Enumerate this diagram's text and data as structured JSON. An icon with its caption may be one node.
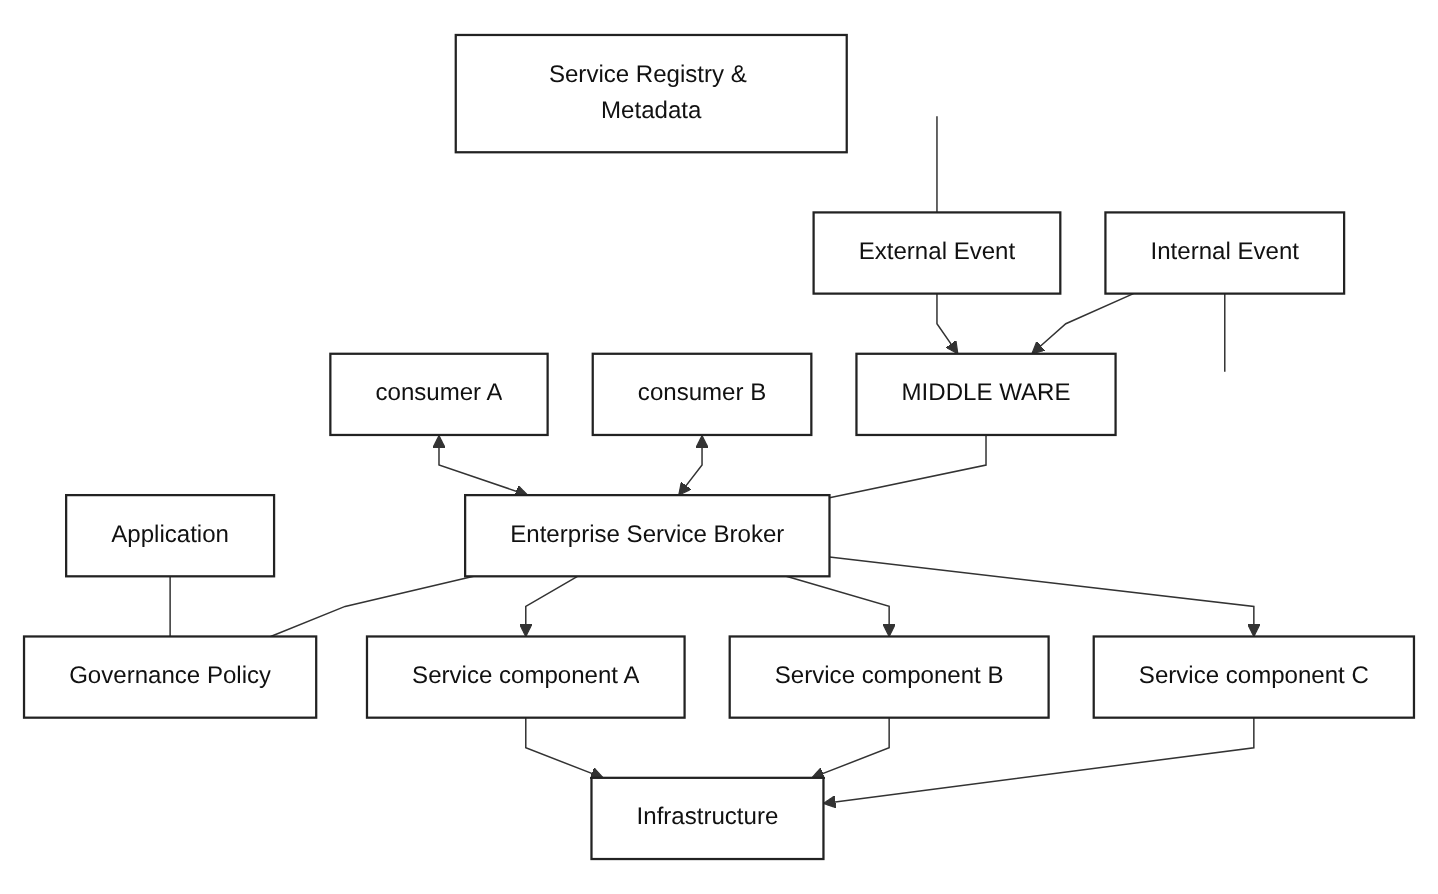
{
  "diagram": {
    "nodes": [
      {
        "text": [
          "consumer A"
        ]
      },
      {
        "text": [
          "consumer B"
        ]
      },
      {
        "text": [
          "Application"
        ]
      },
      {
        "text": [
          "External Event"
        ]
      },
      {
        "text": [
          "MIDDLE WARE"
        ]
      },
      {
        "text": [
          "Enterprise Service Broker"
        ]
      },
      {
        "text": [
          "Governance Policy"
        ]
      },
      {
        "text": [
          "Service Registry & Metadata"
        ]
      },
      {
        "text": [
          "Internal Event"
        ]
      },
      {
        "text": [
          "Service component A"
        ]
      },
      {
        "text": [
          "Service component B"
        ]
      },
      {
        "text": [
          "Service component C"
        ]
      },
      {
        "text": [
          "Infrastructure"
        ]
      }
    ],
    "edges": [
      {
        "from": null,
        "to": 3,
        "arrow": "none"
      },
      {
        "from": 3,
        "to": 4,
        "arrow": "to"
      },
      {
        "from": 8,
        "to": 4,
        "arrow": "to"
      },
      {
        "from": 8,
        "to": null,
        "arrow": "none"
      },
      {
        "from": 4,
        "to": 5,
        "arrow": "none"
      },
      {
        "from": 0,
        "to": 5,
        "arrow": "both"
      },
      {
        "from": 1,
        "to": 5,
        "arrow": "both"
      },
      {
        "from": 5,
        "to": 6,
        "arrow": "none"
      },
      {
        "from": 2,
        "to": 6,
        "arrow": "none"
      },
      {
        "from": 5,
        "to": 9,
        "arrow": "to"
      },
      {
        "from": 5,
        "to": 10,
        "arrow": "to"
      },
      {
        "from": 5,
        "to": 11,
        "arrow": "to"
      },
      {
        "from": 9,
        "to": 12,
        "arrow": "to"
      },
      {
        "from": 10,
        "to": 12,
        "arrow": "to"
      },
      {
        "from": 11,
        "to": 12,
        "arrow": "to"
      }
    ]
  }
}
